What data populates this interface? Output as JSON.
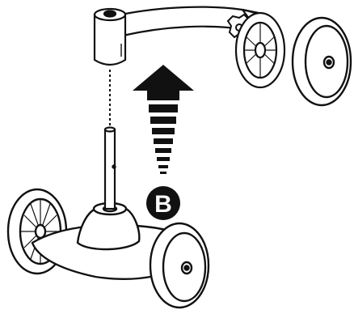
{
  "diagram": {
    "step_badge": {
      "letter": "B",
      "color": "#111111",
      "text_color": "#ffffff"
    },
    "arrow": {
      "direction": "up",
      "color": "#111111"
    },
    "parts": [
      {
        "name": "handle-frame",
        "icon": "t-bar-frame"
      },
      {
        "name": "steering-column-socket",
        "icon": "tube-socket"
      },
      {
        "name": "base-deck",
        "icon": "scooter-deck"
      },
      {
        "name": "steering-post",
        "icon": "post-rod"
      },
      {
        "name": "rear-wheel-upper",
        "icon": "wheel"
      },
      {
        "name": "front-wheel-left",
        "icon": "wheel"
      },
      {
        "name": "front-wheel-right",
        "icon": "wheel"
      },
      {
        "name": "adjustment-knob",
        "icon": "knob"
      }
    ],
    "colors": {
      "stroke": "#111111",
      "fill": "#ffffff",
      "hub": "#ffffff"
    }
  }
}
